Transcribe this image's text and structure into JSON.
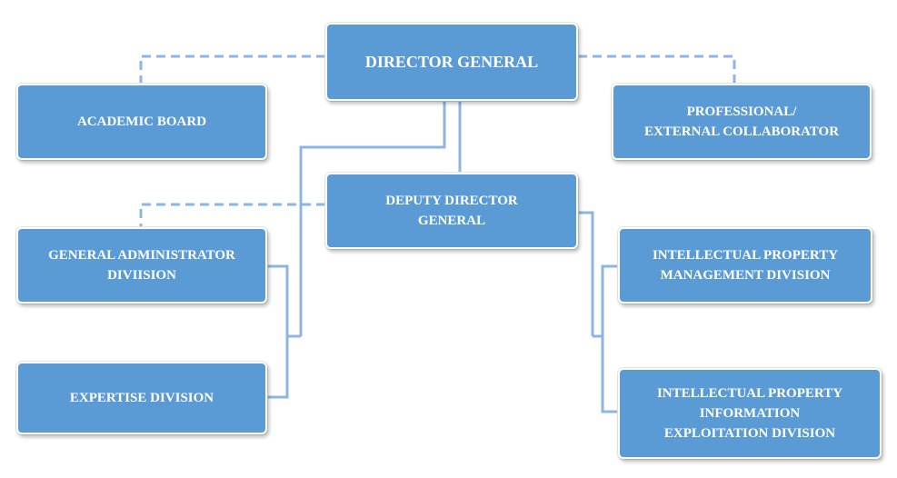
{
  "org_chart": {
    "director_general": "DIRECTOR GENERAL",
    "academic_board": "ACADEMIC BOARD",
    "external_collaborator": "PROFESSIONAL/\nEXTERNAL COLLABORATOR",
    "deputy_director_general": "DEPUTY DIRECTOR\nGENERAL",
    "general_administrator_division": "GENERAL ADMINISTRATOR\nDIVIISION",
    "expertise_division": "EXPERTISE DIVISION",
    "ip_management_division": "INTELLECTUAL PROPERTY\nMANAGEMENT DIVISION",
    "ip_information_exploitation_division": "INTELLECTUAL PROPERTY\nINFORMATION\nEXPLOITATION  DIVISION"
  },
  "colors": {
    "box_fill": "#5b9bd5",
    "box_text": "#ffffff",
    "connector": "#8eb4e3"
  }
}
